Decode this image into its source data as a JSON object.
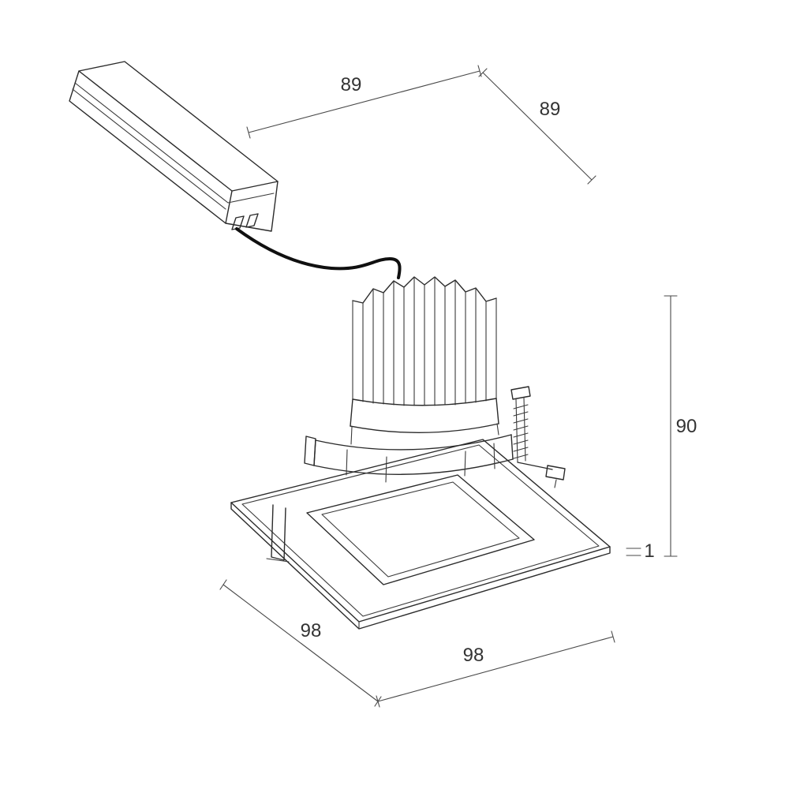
{
  "diagram": {
    "dimensions": {
      "top_width": "89",
      "top_depth": "89",
      "height": "90",
      "bezel_thickness": "1",
      "bottom_width": "98",
      "bottom_depth": "98"
    }
  }
}
